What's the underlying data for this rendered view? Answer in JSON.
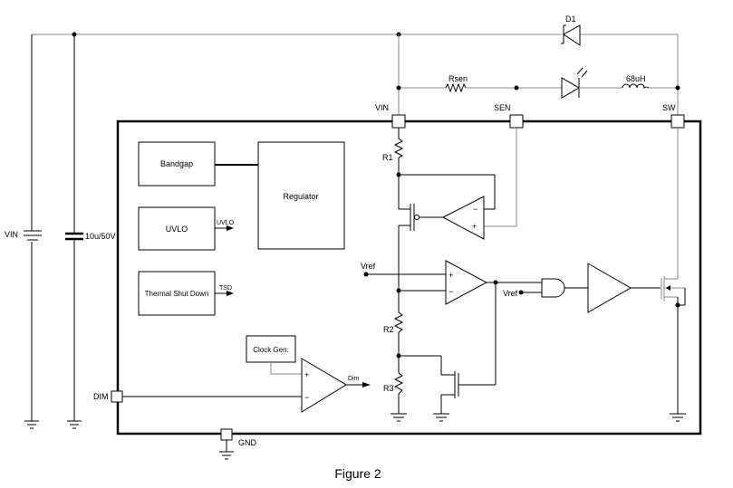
{
  "figure": {
    "caption": "Figure 2",
    "pins": {
      "vin": "VIN",
      "sen": "SEN",
      "sw": "SW",
      "dim": "DIM",
      "gnd": "GND"
    },
    "external": {
      "source": "VIN",
      "capacitor": "10u/50V",
      "diode": "D1",
      "sense_resistor": "Rsen",
      "inductor": "68uH"
    },
    "blocks": {
      "bandgap": "Bandgap",
      "regulator": "Regulator",
      "uvlo": "UVLO",
      "thermal": "Thermal Shut Down",
      "clock": "Clock Gen."
    },
    "signals": {
      "uvlo": "UVLO",
      "tsd": "TSD",
      "dim": "Dim",
      "vref1": "Vref",
      "vref2": "Vref"
    },
    "resistors": {
      "r1": "R1",
      "r2": "R2",
      "r3": "R3"
    },
    "opamp_signs": {
      "plus": "+",
      "minus": "−"
    }
  }
}
